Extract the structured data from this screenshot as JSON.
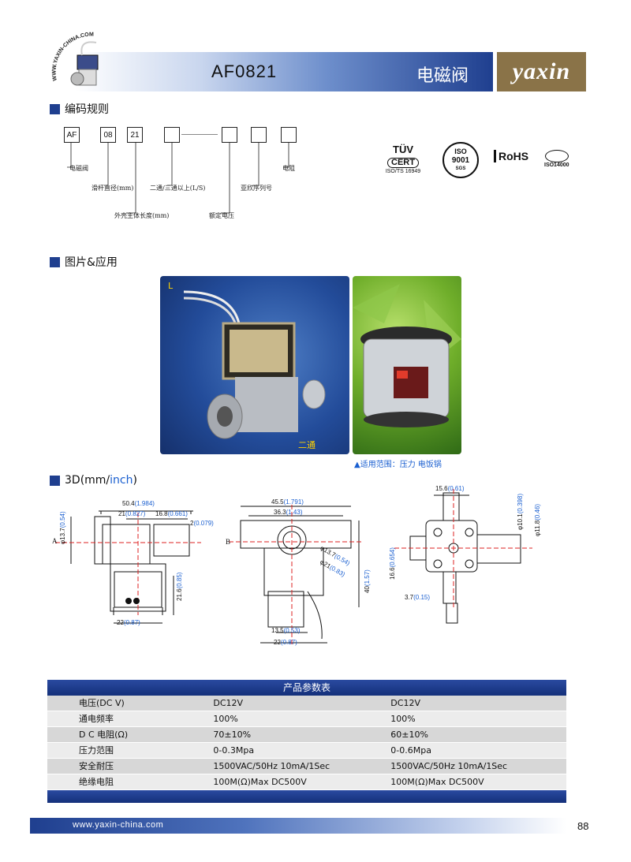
{
  "header": {
    "url_arc": "WWW.YAXIN-CHINA.COM",
    "model": "AF0821",
    "product": "电磁阀",
    "brand": "yaxin"
  },
  "coding": {
    "title": "编码规则",
    "boxes": [
      "AF",
      "08",
      "21",
      "",
      "",
      "",
      ""
    ],
    "labels": {
      "af": "电磁阀",
      "stem": "滑杆直径(mm)",
      "length": "外壳主体长度(mm)",
      "ways": "二通/三通以上(L/S)",
      "voltage": "额定电压",
      "series": "亚欣序列号",
      "resistance": "电阻"
    }
  },
  "certs": {
    "tuv": "TÜV",
    "tuv_cert": "CERT",
    "tuv_std": "ISO/TS 16949",
    "iso_top": "ISO",
    "iso_num": "9001",
    "iso_sub": "SGS",
    "rohs": "RoHS",
    "iso14000": "ISO14000"
  },
  "photos": {
    "title": "图片&应用",
    "corner": "L",
    "type": "二通",
    "caption": "▲适用范围：压力 电饭锅"
  },
  "threed": {
    "title_main": "3D(mm/",
    "title_unit": "inch",
    "title_end": ")",
    "dims": {
      "d1": "50.4",
      "d1i": "(1.984)",
      "d2": "21",
      "d2i": "(0.827)",
      "d3": "16.8",
      "d3i": "(0.661)",
      "d4": "2",
      "d4i": "(0.079)",
      "d5": "φ13.7",
      "d5i": "(0.54)",
      "d6": "21.6",
      "d6i": "(0.85)",
      "d7": "22",
      "d7i": "(0.87)",
      "d8": "45.5",
      "d8i": "(1.791)",
      "d9": "36.3",
      "d9i": "(1.43)",
      "d10": "φ13.7",
      "d10i": "(0.54)",
      "d11": "φ21",
      "d11i": "(0.83)",
      "d12": "40",
      "d12i": "(1.57)",
      "d13": "13.5",
      "d13i": "(0.53)",
      "d14": "22",
      "d14i": "(0.87)",
      "d15": "15.6",
      "d15i": "(0.61)",
      "d16": "φ10.1",
      "d16i": "(0.398)",
      "d17": "φ11.8",
      "d17i": "(0.46)",
      "d18": "16.6",
      "d18i": "(0.654)",
      "d19": "3.7",
      "d19i": "(0.15)",
      "a": "A",
      "b": "B"
    }
  },
  "table": {
    "title": "产品参数表",
    "rows": [
      [
        "电压(DC V)",
        "DC12V",
        "DC12V"
      ],
      [
        "通电频率",
        "100%",
        "100%"
      ],
      [
        "D C 电阻(Ω)",
        "70±10%",
        "60±10%"
      ],
      [
        "压力范围",
        "0-0.3Mpa",
        "0-0.6Mpa"
      ],
      [
        "安全耐压",
        "1500VAC/50Hz 10mA/1Sec",
        "1500VAC/50Hz 10mA/1Sec"
      ],
      [
        "绝缘电阻",
        "100M(Ω)Max DC500V",
        "100M(Ω)Max DC500V"
      ]
    ]
  },
  "footer": {
    "url": "www.yaxin-china.com",
    "page": "88"
  }
}
